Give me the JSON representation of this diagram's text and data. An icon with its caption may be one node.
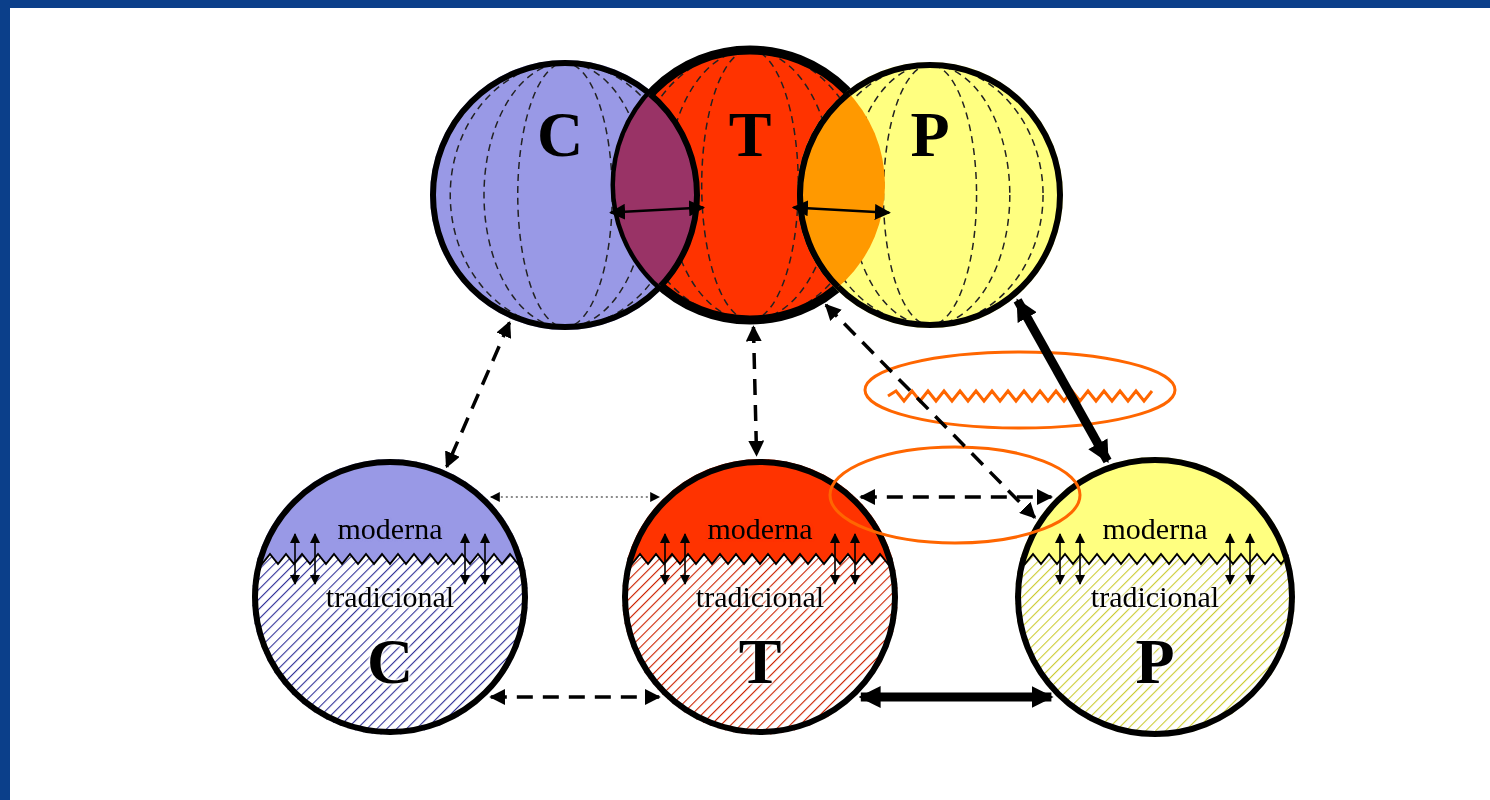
{
  "diagram": {
    "nodes": [
      {
        "text": [
          "C"
        ]
      },
      {
        "text": [
          "T"
        ]
      },
      {
        "text": [
          "P"
        ]
      },
      {
        "text": [
          "moderna",
          "tradicional",
          "C"
        ]
      },
      {
        "text": [
          "moderna",
          "tradicional",
          "T"
        ]
      },
      {
        "text": [
          "moderna",
          "tradicional",
          "P"
        ]
      }
    ],
    "edges": [
      {
        "from": 0,
        "to": 1,
        "arrow": "both"
      },
      {
        "from": 1,
        "to": 2,
        "arrow": "both"
      },
      {
        "from": 0,
        "to": 3,
        "arrow": "both",
        "style": "dashed"
      },
      {
        "from": 1,
        "to": 4,
        "arrow": "both",
        "style": "dashed"
      },
      {
        "from": 1,
        "to": 5,
        "arrow": "both",
        "style": "dashed"
      },
      {
        "from": 2,
        "to": 5,
        "arrow": "both",
        "style": "thick"
      },
      {
        "from": 3,
        "to": 4,
        "arrow": "both",
        "style": "dashed",
        "color": "#666666"
      },
      {
        "from": 3,
        "to": 4,
        "arrow": "both",
        "style": "dashed"
      },
      {
        "from": 4,
        "to": 5,
        "arrow": "both",
        "style": "dashed"
      },
      {
        "from": 4,
        "to": 5,
        "arrow": "both",
        "style": "thick"
      }
    ]
  }
}
